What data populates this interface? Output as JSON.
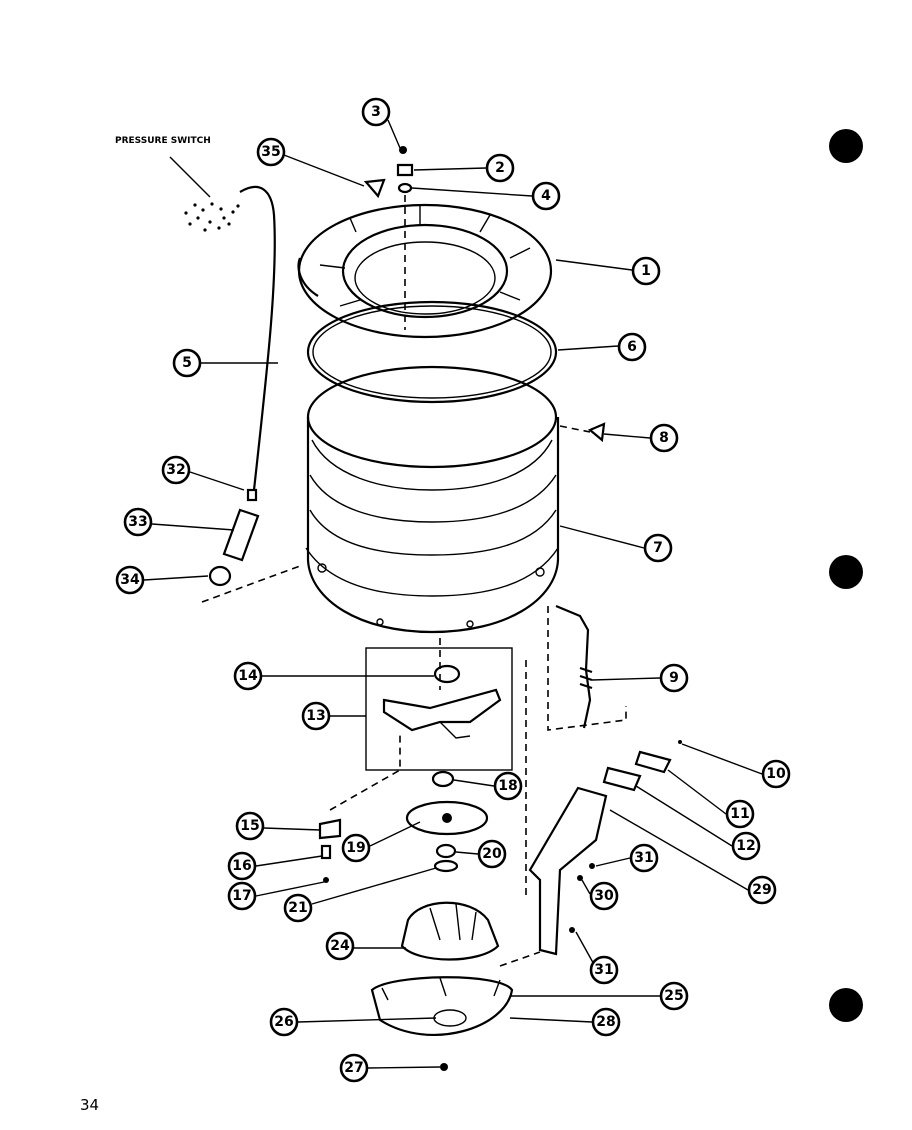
{
  "page_number": "34",
  "pressure_switch_label": "PRESSURE SWITCH",
  "callouts": [
    "1",
    "2",
    "3",
    "4",
    "5",
    "6",
    "7",
    "8",
    "9",
    "10",
    "11",
    "12",
    "13",
    "14",
    "15",
    "16",
    "17",
    "18",
    "19",
    "20",
    "21",
    "24",
    "25",
    "26",
    "27",
    "28",
    "29",
    "30",
    "31",
    "31",
    "32",
    "33",
    "34",
    "35"
  ]
}
